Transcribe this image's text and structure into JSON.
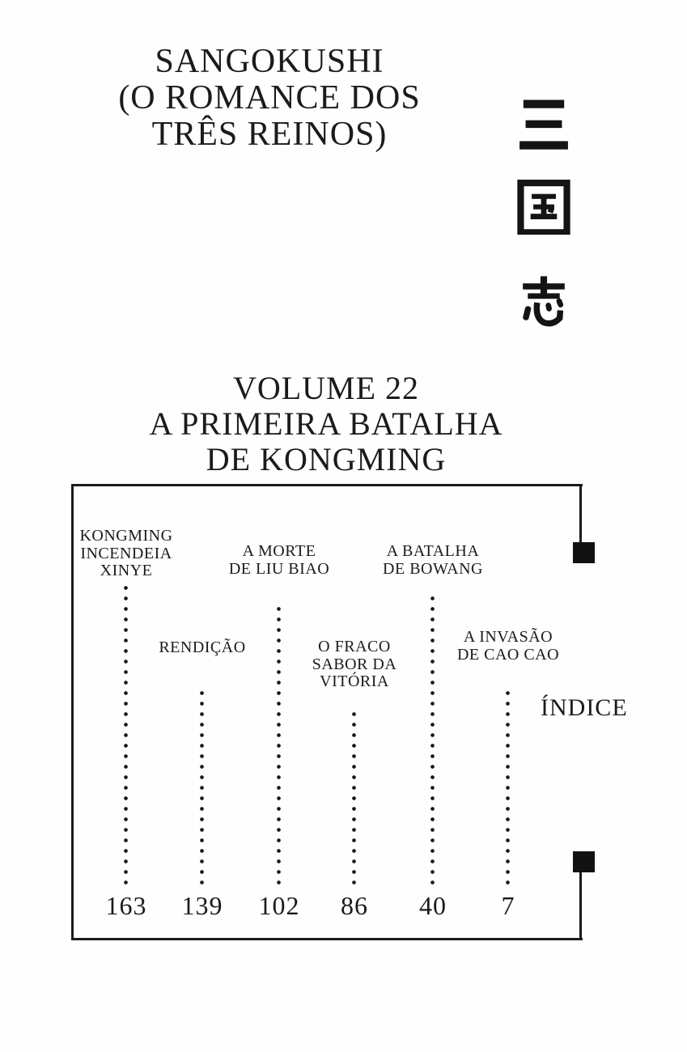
{
  "header": {
    "series_title_lines": [
      "SANGOKUSHI",
      "(O ROMANCE DOS",
      "TRÊS REINOS)"
    ],
    "kanji_title": "三国志",
    "kanji_chars": [
      "三",
      "国",
      "志"
    ]
  },
  "volume": {
    "lines": [
      "VOLUME 22",
      "A PRIMEIRA BATALHA",
      "DE KONGMING"
    ]
  },
  "index": {
    "label": "ÍNDICE",
    "entries": [
      {
        "title": "KONGMING INCENDEIA XINYE",
        "lines": [
          "KONGMING",
          "INCENDEIA",
          "XINYE"
        ],
        "page": "163"
      },
      {
        "title": "RENDIÇÃO",
        "lines": [
          "RENDIÇÃO"
        ],
        "page": "139"
      },
      {
        "title": "A MORTE DE LIU BIAO",
        "lines": [
          "A MORTE",
          "DE LIU BIAO"
        ],
        "page": "102"
      },
      {
        "title": "O FRACO SABOR DA VITÓRIA",
        "lines": [
          "O FRACO",
          "SABOR DA",
          "VITÓRIA"
        ],
        "page": "86"
      },
      {
        "title": "A BATALHA DE BOWANG",
        "lines": [
          "A BATALHA",
          "DE BOWANG"
        ],
        "page": "40"
      },
      {
        "title": "A INVASÃO DE CAO CAO",
        "lines": [
          "A INVASÃO",
          "DE CAO CAO"
        ],
        "page": "7"
      }
    ]
  },
  "colors": {
    "ink": "#1b1b1b",
    "paper": "#ffffff"
  }
}
